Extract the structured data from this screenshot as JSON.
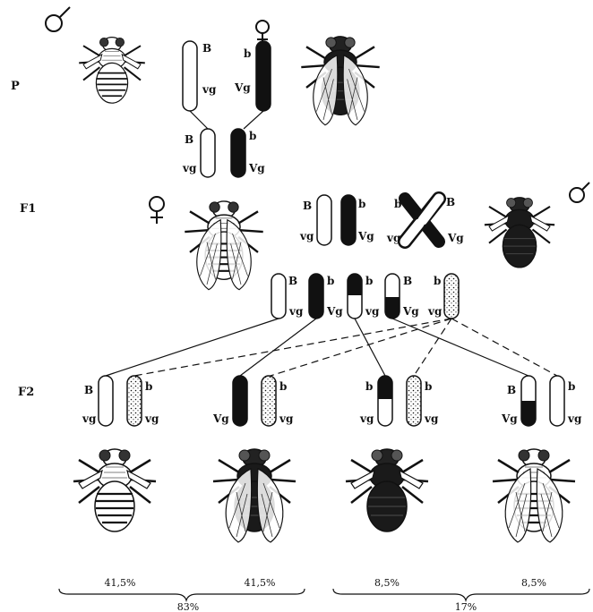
{
  "generations": {
    "p": "P",
    "f1": "F1",
    "f2": "F2"
  },
  "sex_symbols": {
    "female": "♀",
    "male": "♂"
  },
  "alleles": {
    "B": "B",
    "b": "b",
    "Vg": "Vg",
    "vg": "vg"
  },
  "percentages": {
    "f2_1": "41,5%",
    "f2_2": "41,5%",
    "f2_3": "8,5%",
    "f2_4": "8,5%",
    "group_parental": "83%",
    "group_recombinant": "17%"
  },
  "colors": {
    "ink": "#111111",
    "paper": "#ffffff"
  }
}
